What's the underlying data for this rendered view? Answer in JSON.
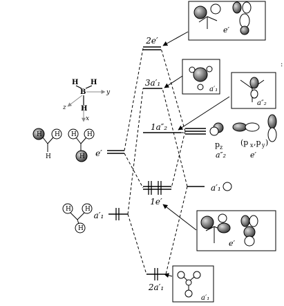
{
  "mo_levels": {
    "top_2e": {
      "label": "2e′"
    },
    "three_a1": {
      "label": "3a′₁"
    },
    "one_a2": {
      "label": "1a″₂"
    },
    "one_e": {
      "label": "1e′"
    },
    "two_a1": {
      "label": "2a′₁"
    }
  },
  "fragment_orbitals": {
    "h_e": {
      "label": "e′"
    },
    "h_a1": {
      "label": "a′₁"
    },
    "b_a1": {
      "label": "a′₁"
    }
  },
  "b_orbitals": {
    "pz": "p",
    "pz_sub": "z",
    "pz_symmetry": "a″₂",
    "pxpy": "(p",
    "pxpy_x": "x",
    "pxpy_sep": ",p",
    "pxpy_y": "y",
    "pxpy_close": ")",
    "pxpy_symmetry": "e′"
  },
  "boxes": {
    "box_2e": {
      "symmetry": "e′"
    },
    "box_3a1": {
      "symmetry": "a′₁"
    },
    "box_1a2": {
      "symmetry": "a″₂"
    },
    "box_1e": {
      "symmetry": "e′"
    },
    "box_2a1": {
      "symmetry": "a′₁"
    }
  },
  "molecule": {
    "atoms": {
      "boron": "B",
      "hydrogen": "H"
    },
    "axes": {
      "x": "x",
      "y": "y",
      "z": "z"
    }
  },
  "edge_mark": ":"
}
